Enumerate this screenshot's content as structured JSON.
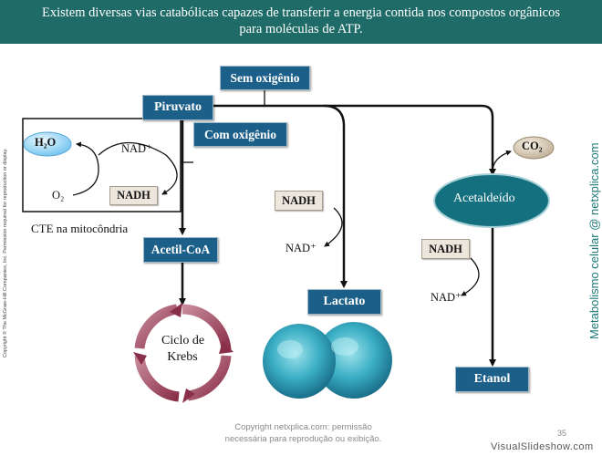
{
  "header": {
    "line1": "Existem diversas vias catabólicas capazes de transferir a energia contida nos compostos orgânicos",
    "line2": "para moléculas de ATP."
  },
  "diagram": {
    "sem_oxigenio": "Sem oxigênio",
    "com_oxigenio": "Com oxigênio",
    "piruvato": "Piruvato",
    "acetil_coa": "Acetil-CoA",
    "lactato": "Lactato",
    "etanol": "Etanol",
    "acetaldeido": "Acetaldeído",
    "co2": "CO₂",
    "h2o": "H₂O",
    "o2": "O₂",
    "nadh": "NADH",
    "nad_plus": "NAD⁺",
    "cte": "CTE na mitocôndria",
    "ciclo_line1": "Ciclo de",
    "ciclo_line2": "Krebs"
  },
  "side_text": {
    "left_copyright": "Copyright © The McGraw-Hill Companies, Inc. Permission required for reproduction or display.",
    "right_brand": "Metabolismo celular @ netxplica.com"
  },
  "footer": {
    "copyright_line1": "Copyright netxplica.com: permissão",
    "copyright_line2": "necessária para reprodução ou exibição.",
    "page_number": "35",
    "watermark": "VisualSlideshow.com"
  },
  "colors": {
    "header_bg": "#1f6b68",
    "box_bg": "#1c5f88",
    "teal_box_bg": "#1b6e7e",
    "nadh_bg": "#ece6dc",
    "brand_text": "#1d7a78"
  }
}
